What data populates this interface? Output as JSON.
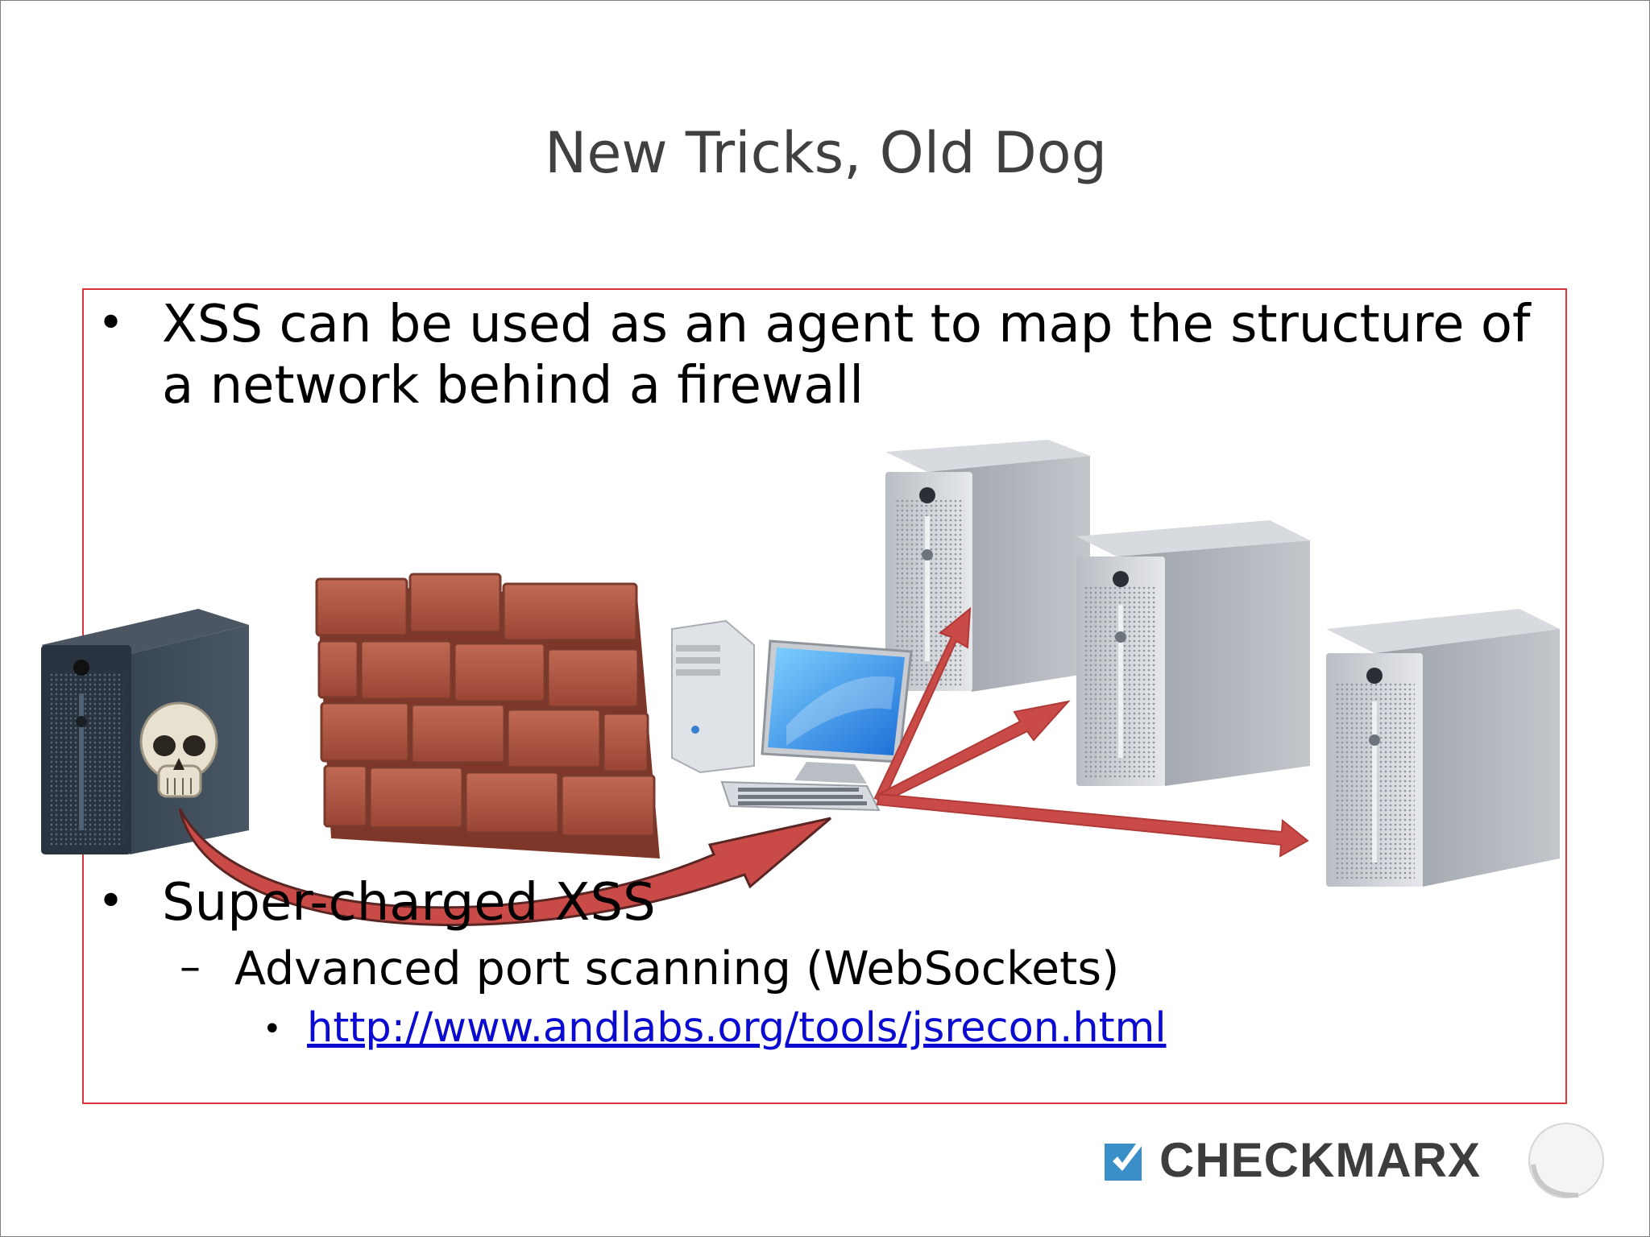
{
  "slide": {
    "title": "New Tricks, Old Dog",
    "bullets": [
      {
        "marker": "•",
        "text": "XSS can be used as an agent to map the structure of a network behind a firewall"
      },
      {
        "marker": "•",
        "text": "Super-charged XSS"
      },
      {
        "marker": "–",
        "text": "Advanced port scanning (WebSockets)"
      },
      {
        "marker": "•",
        "text": "http://www.andlabs.org/tools/jsrecon.html"
      }
    ],
    "logo": {
      "text": "CHECKMARX"
    },
    "colors": {
      "box_border": "#d9363b",
      "arrow": "#c94a47",
      "link": "#0a0ad0",
      "title": "#404040"
    }
  },
  "diagram": {
    "icons": [
      "attacker-server-icon",
      "skull-icon",
      "brick-firewall-icon",
      "desktop-computer-icon",
      "server-icon",
      "server-icon",
      "server-icon"
    ]
  }
}
